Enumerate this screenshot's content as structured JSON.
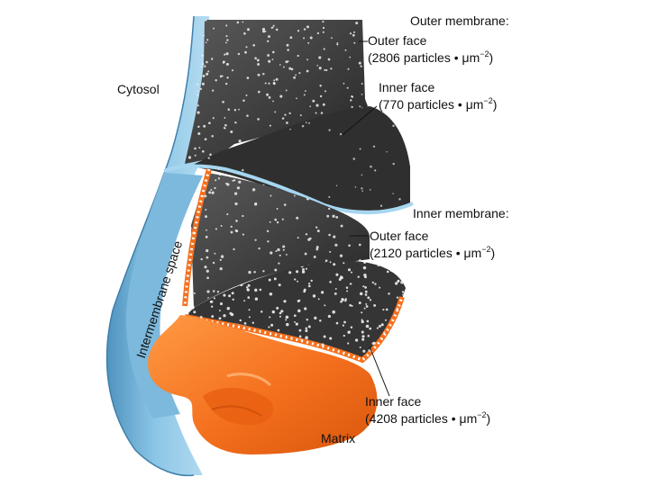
{
  "colors": {
    "membrane_blue": "#8cc6e6",
    "membrane_blue_dark": "#4f93bf",
    "matrix_orange": "#f4701e",
    "matrix_orange_light": "#ff9a45",
    "fracture_dark": "#3a3a3a",
    "particle_white": "#eeeeee"
  },
  "labels": {
    "cytosol": "Cytosol",
    "intermembrane_space": "Intermembrane space",
    "matrix": "Matrix",
    "outer_membrane": {
      "title": "Outer membrane:",
      "outer_face": {
        "name": "Outer face",
        "count": "(2806 particles • μm",
        "exp": "−2",
        "close": ")"
      },
      "inner_face": {
        "name": "Inner face",
        "count": "(770 particles • μm",
        "exp": "−2",
        "close": ")"
      }
    },
    "inner_membrane": {
      "title": "Inner membrane:",
      "outer_face": {
        "name": "Outer face",
        "count": "(2120 particles • μm",
        "exp": "−2",
        "close": ")"
      },
      "inner_face": {
        "name": "Inner face",
        "count": "(4208 particles • μm",
        "exp": "−2",
        "close": ")"
      }
    }
  }
}
